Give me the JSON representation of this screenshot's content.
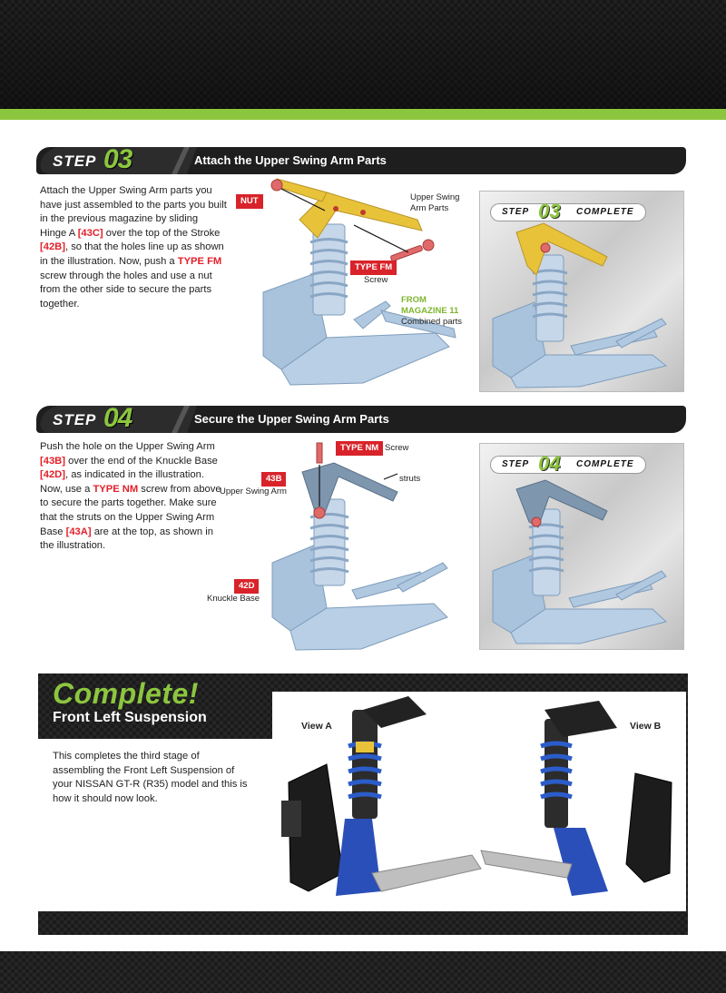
{
  "step03": {
    "step_word": "STEP",
    "step_num": "03",
    "title": "Attach the Upper Swing Arm Parts",
    "text": {
      "p1": "Attach the Upper Swing Arm parts you have just assembled to the parts you built in the previous magazine by sliding Hinge A ",
      "r1": "[43C]",
      "p2": " over the top of the Stroke ",
      "r2": "[42B]",
      "p3": ", so that the holes line up as shown in the illustration. Now, push a ",
      "r3": "TYPE FM",
      "p4": " screw through the holes and use a nut from the other side to secure the parts together."
    },
    "callouts": {
      "nut": "NUT",
      "upper_swing": "Upper Swing Arm Parts",
      "type_fm": "TYPE FM",
      "screw": "Screw",
      "from_mag": "FROM MAGAZINE 11",
      "combined": "Combined parts"
    },
    "complete": {
      "word": "STEP",
      "num": "03",
      "word2": "COMPLETE"
    }
  },
  "step04": {
    "step_word": "STEP",
    "step_num": "04",
    "title": "Secure the Upper Swing Arm Parts",
    "text": {
      "p1": "Push the hole on the Upper Swing Arm ",
      "r1": "[43B]",
      "p2": " over the end of the Knuckle Base ",
      "r2": "[42D]",
      "p3": ", as indicated in the illustration. Now, use a ",
      "r3": "TYPE NM",
      "p4": " screw from above to secure the parts together. Make sure that the struts on the Upper Swing Arm Base ",
      "r4": "[43A]",
      "p5": " are at the top, as shown in the illustration."
    },
    "callouts": {
      "type_nm": "TYPE NM",
      "screw": "Screw",
      "struts": "struts",
      "tag_43b": "43B",
      "upper_swing": "Upper Swing Arm",
      "tag_42d": "42D",
      "knuckle": "Knuckle Base"
    },
    "complete": {
      "word": "STEP",
      "num": "04",
      "word2": "COMPLETE"
    }
  },
  "complete_section": {
    "heading": "Complete!",
    "subheading": "Front Left Suspension",
    "text": "This completes the third stage of assembling the Front Left Suspension of your NISSAN GT-R (R35) model and this is how it should now look.",
    "view_a": "View A",
    "view_b": "View B"
  },
  "colors": {
    "accent_green": "#8cc63f",
    "highlight_red": "#e3202a",
    "part_blue": "#a9c3dd",
    "part_gold": "#e8c33a"
  }
}
